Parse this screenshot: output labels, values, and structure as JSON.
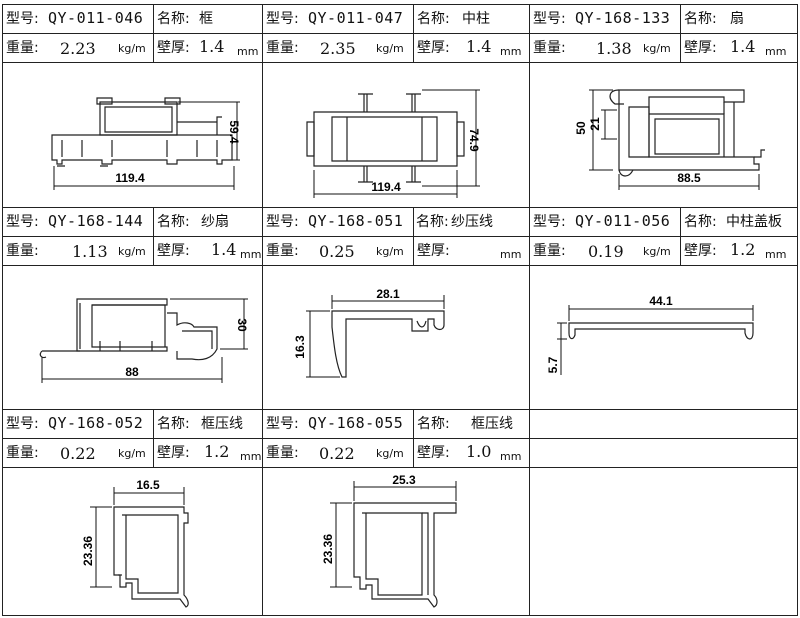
{
  "labels": {
    "model": "型号:",
    "name": "名称:",
    "weight": "重量:",
    "wall": "壁厚:",
    "unit_kg": "kg/m",
    "unit_mm": "mm"
  },
  "profiles": [
    {
      "model": "QY-011-046",
      "name": "框",
      "weight": "2.23",
      "wall": "1.4",
      "dims": [
        "59.4",
        "119.4"
      ]
    },
    {
      "model": "QY-011-047",
      "name": "中柱",
      "weight": "2.35",
      "wall": "1.4",
      "dims": [
        "74.9",
        "119.4"
      ]
    },
    {
      "model": "QY-168-133",
      "name": "扇",
      "weight": "1.38",
      "wall": "1.4",
      "dims": [
        "50",
        "21",
        "88.5"
      ]
    },
    {
      "model": "QY-168-144",
      "name": "纱扇",
      "weight": "1.13",
      "wall": "1.4",
      "dims": [
        "30",
        "88"
      ]
    },
    {
      "model": "QY-168-051",
      "name": "纱压线",
      "weight": "0.25",
      "wall": "",
      "dims": [
        "28.1",
        "16.3"
      ]
    },
    {
      "model": "QY-011-056",
      "name": "中柱盖板",
      "weight": "0.19",
      "wall": "1.2",
      "dims": [
        "44.1",
        "5.7"
      ]
    },
    {
      "model": "QY-168-052",
      "name": "框压线",
      "weight": "0.22",
      "wall": "1.2",
      "dims": [
        "16.5",
        "23.36"
      ]
    },
    {
      "model": "QY-168-055",
      "name": "框压线",
      "weight": "0.22",
      "wall": "1.0",
      "dims": [
        "25.3",
        "23.36"
      ]
    }
  ]
}
